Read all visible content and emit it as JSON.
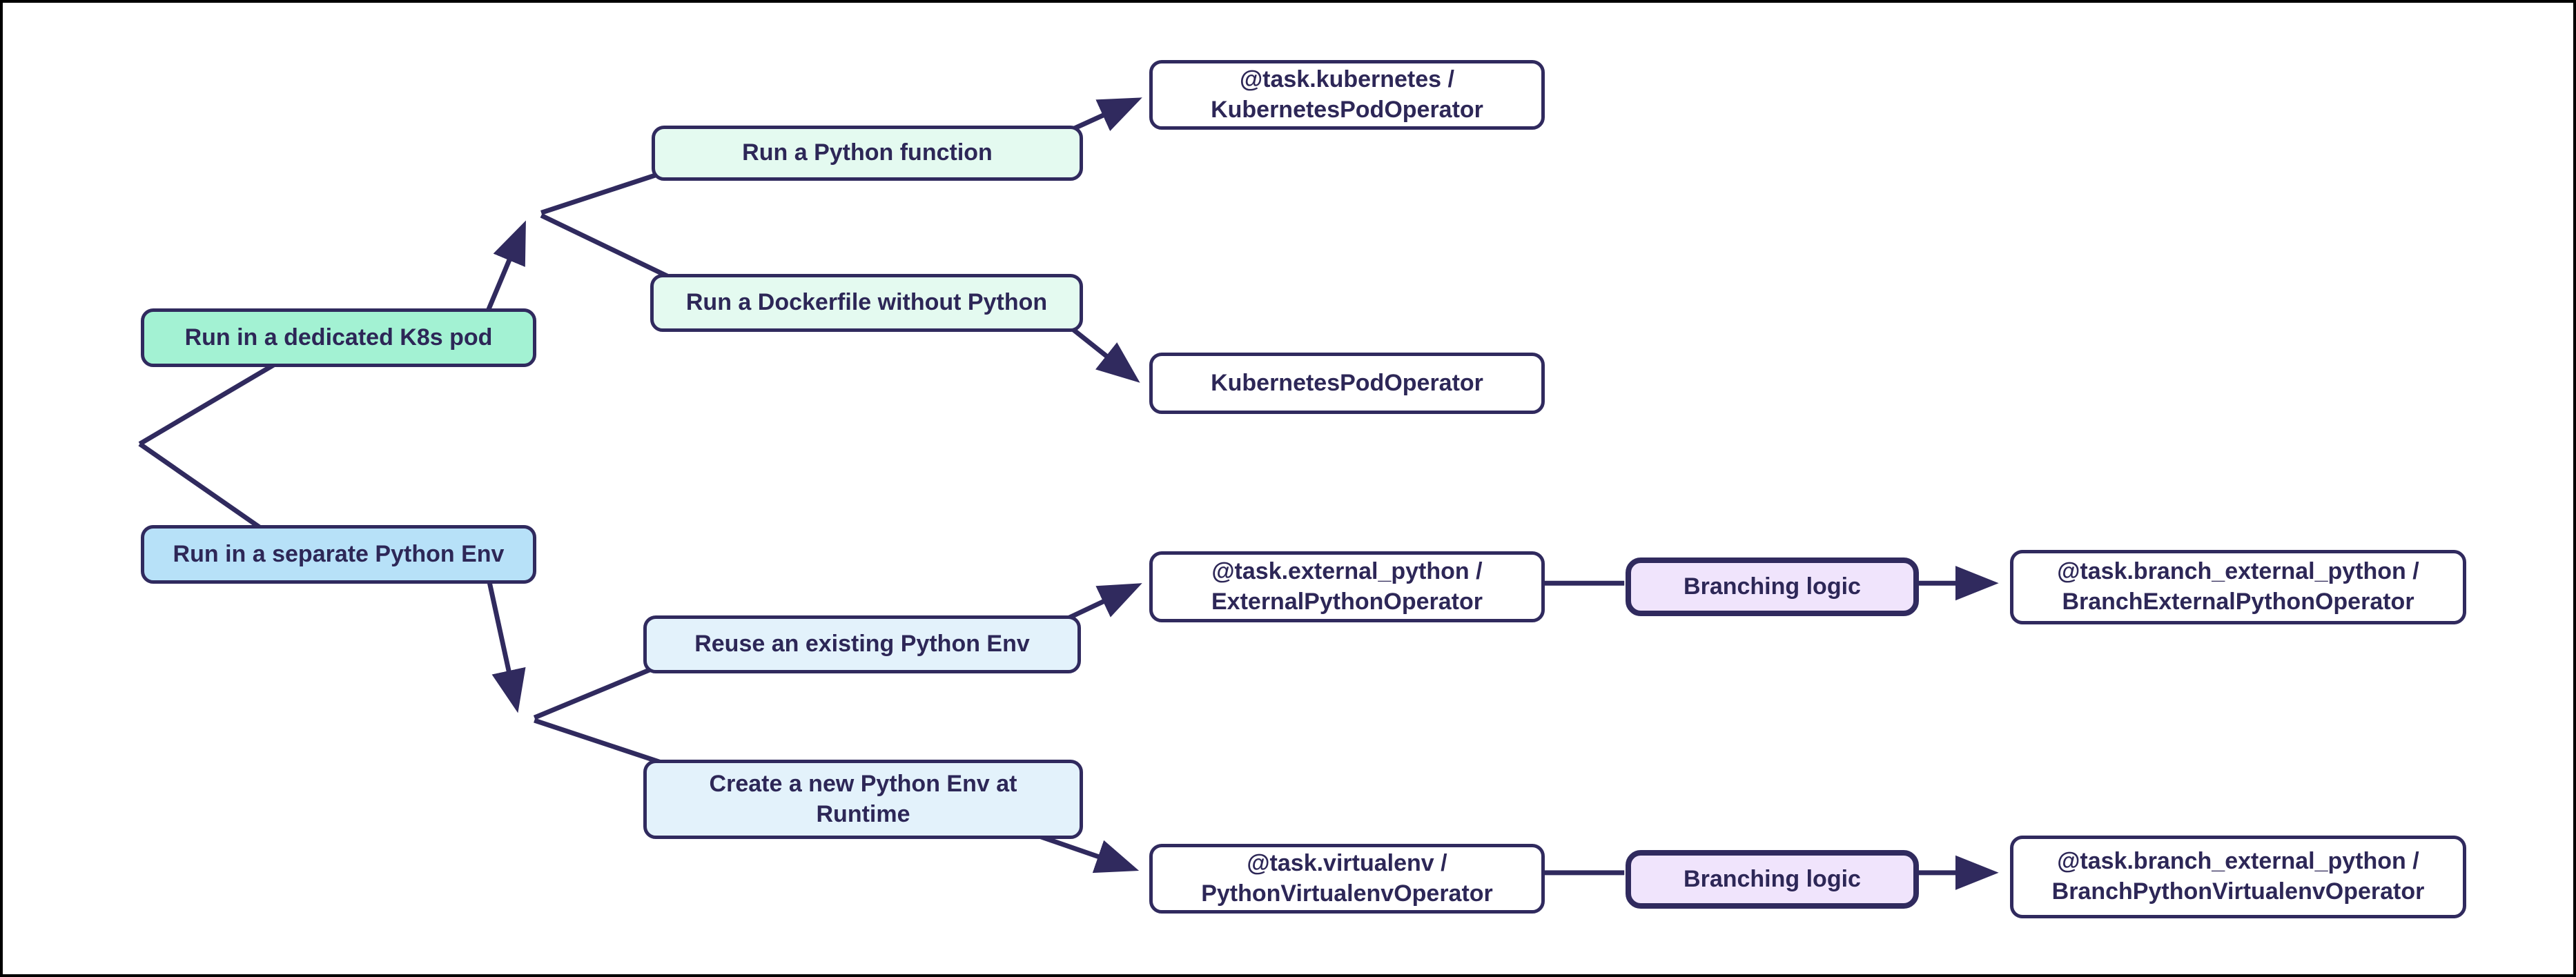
{
  "diagram": {
    "nodes": {
      "dedicated_k8s": {
        "label": "Run in a dedicated K8s pod"
      },
      "separate_env": {
        "label": "Run in a separate Python Env"
      },
      "python_function": {
        "label": "Run a Python function"
      },
      "dockerfile": {
        "label": "Run a Dockerfile without Python"
      },
      "task_kubernetes": {
        "label": "@task.kubernetes / KubernetesPodOperator"
      },
      "kubernetes_pod_operator": {
        "label": "KubernetesPodOperator"
      },
      "reuse_env": {
        "label": "Reuse an existing Python Env"
      },
      "create_env": {
        "label": "Create a new Python Env at Runtime"
      },
      "task_external_python": {
        "label": "@task.external_python / ExternalPythonOperator"
      },
      "branching_logic_1": {
        "label": "Branching logic"
      },
      "task_branch_external_python": {
        "label": "@task.branch_external_python / BranchExternalPythonOperator"
      },
      "task_virtualenv": {
        "label": "@task.virtualenv / PythonVirtualenvOperator"
      },
      "branching_logic_2": {
        "label": "Branching logic"
      },
      "task_branch_virtualenv": {
        "label": "@task.branch_external_python / BranchPythonVirtualenvOperator"
      }
    },
    "edges": [
      {
        "from": "root",
        "to": "dedicated_k8s",
        "arrow": false
      },
      {
        "from": "root",
        "to": "separate_env",
        "arrow": false
      },
      {
        "from": "dedicated_k8s",
        "to": "k8s_junction",
        "arrow": true
      },
      {
        "from": "k8s_junction",
        "to": "python_function",
        "arrow": false
      },
      {
        "from": "k8s_junction",
        "to": "dockerfile",
        "arrow": false
      },
      {
        "from": "python_function",
        "to": "task_kubernetes",
        "arrow": true
      },
      {
        "from": "dockerfile",
        "to": "kubernetes_pod_operator",
        "arrow": true
      },
      {
        "from": "separate_env",
        "to": "env_junction",
        "arrow": true
      },
      {
        "from": "env_junction",
        "to": "reuse_env",
        "arrow": false
      },
      {
        "from": "env_junction",
        "to": "create_env",
        "arrow": false
      },
      {
        "from": "reuse_env",
        "to": "task_external_python",
        "arrow": true
      },
      {
        "from": "task_external_python",
        "to": "branching_logic_1",
        "arrow": false
      },
      {
        "from": "branching_logic_1",
        "to": "task_branch_external_python",
        "arrow": true
      },
      {
        "from": "create_env",
        "to": "task_virtualenv",
        "arrow": true
      },
      {
        "from": "task_virtualenv",
        "to": "branching_logic_2",
        "arrow": false
      },
      {
        "from": "branching_logic_2",
        "to": "task_branch_virtualenv",
        "arrow": true
      }
    ],
    "colors": {
      "navy": "#302a5e",
      "mint": "#a3f2d3",
      "pale_mint": "#e4faf0",
      "blue": "#b7e1f8",
      "pale_blue": "#e3f2fb",
      "lavender": "#f0e4fc",
      "background": "#ffffff",
      "frame": "#000000"
    }
  }
}
